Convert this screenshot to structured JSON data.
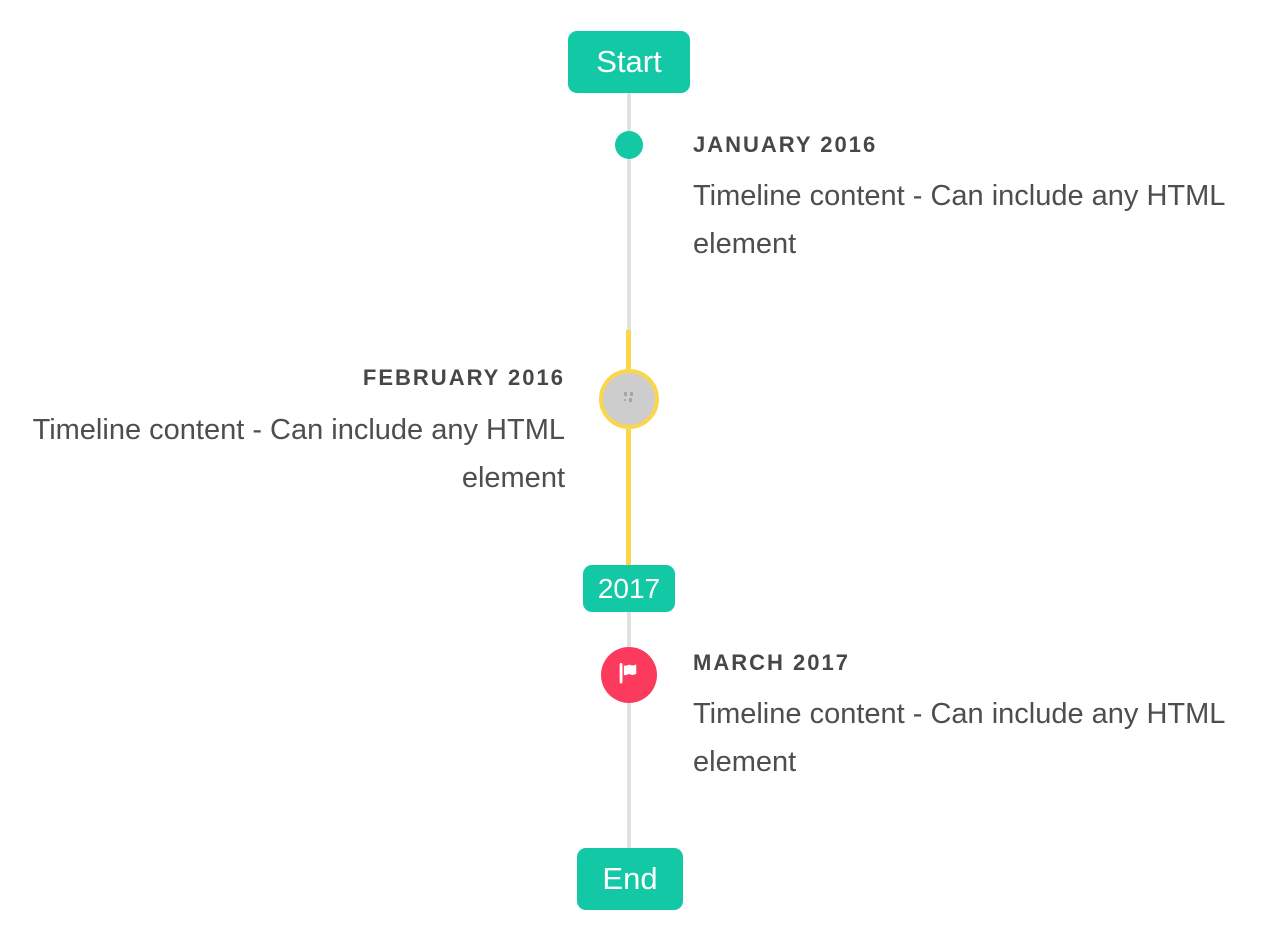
{
  "colors": {
    "teal": "#13c8a4",
    "red": "#fb3a5d",
    "yellow": "#fbd64b",
    "line-gray": "#e1e1e1",
    "circle-gray": "#cdcdcd",
    "title-text": "#474747",
    "content-text": "#4e4e4e",
    "flag-text": "#ffffff"
  },
  "timeline": {
    "start_flag": "Start",
    "year_flag": "2017",
    "end_flag": "End",
    "items": [
      {
        "title": "JANUARY 2016",
        "content": "Timeline content - Can include any HTML element",
        "side": "right",
        "marker": "teal-dot"
      },
      {
        "title": "FEBRUARY 2016",
        "content": "Timeline content - Can include any HTML element",
        "side": "left",
        "marker": "gray-circle-yellow-ring"
      },
      {
        "title": "MARCH 2017",
        "content": "Timeline content - Can include any HTML element",
        "side": "right",
        "marker": "red-flag-circle"
      }
    ]
  }
}
